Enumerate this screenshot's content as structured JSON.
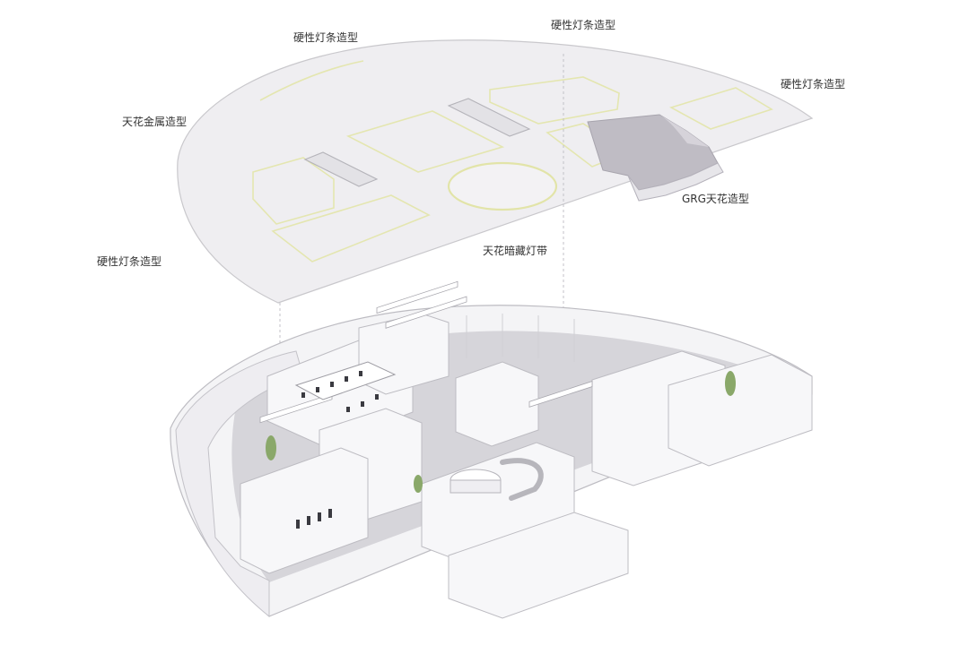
{
  "labels": {
    "rigid_strip_top_left": "硬性灯条造型",
    "rigid_strip_top_center": "硬性灯条造型",
    "rigid_strip_right": "硬性灯条造型",
    "metal_ceiling": "天花金属造型",
    "grg_ceiling": "GRG天花造型",
    "hidden_light_strip": "天花暗藏灯带",
    "rigid_strip_left": "硬性灯条造型"
  },
  "colors": {
    "ceiling_fill": "#efeef1",
    "ceiling_edge": "#c9c8cc",
    "light_strip": "#e4e6b0",
    "grg_fill": "#bfbcc4",
    "floor_wall": "#f4f4f6",
    "wall_edge": "#bdbcc2",
    "floor": "#c9c7cc",
    "plant": "#8aa86a"
  }
}
